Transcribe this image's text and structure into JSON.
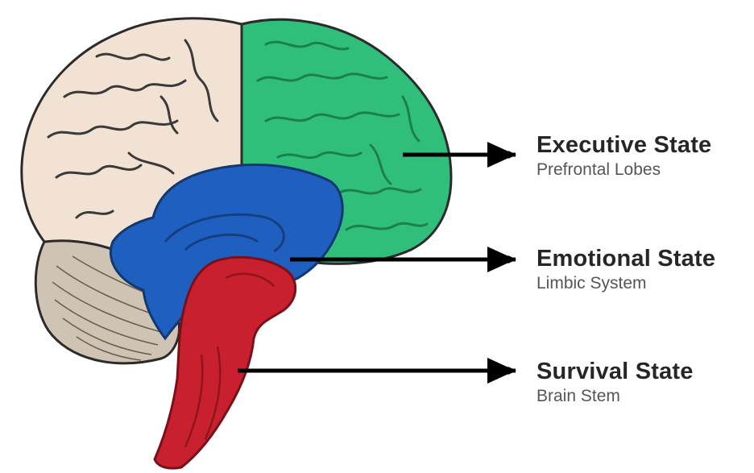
{
  "labels": [
    {
      "title": "Executive State",
      "subtitle": "Prefrontal Lobes"
    },
    {
      "title": "Emotional State",
      "subtitle": "Limbic System"
    },
    {
      "title": "Survival State",
      "subtitle": "Brain Stem"
    }
  ],
  "colors": {
    "cerebrum_outer": "#f1e2d3",
    "prefrontal_lobes": "#2fbf7a",
    "limbic_system": "#1f5fbf",
    "brain_stem": "#c8202e",
    "cerebellum": "#cfc3b3",
    "arrow": "#000000"
  },
  "icons": [
    "brain-illustration",
    "arrow-right-icon"
  ]
}
